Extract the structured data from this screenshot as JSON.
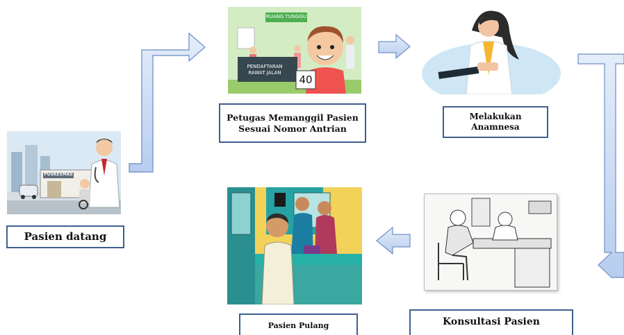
{
  "steps": {
    "pasien_datang": {
      "label": "Pasien datang",
      "sign": "PUSKESMAS"
    },
    "petugas_memanggil": {
      "label": "Petugas Memanggil Pasien Sesuai Nomor Antrian",
      "room_sign": "RUANG TUNGGU",
      "desk_sign": "PENDAFTARAN RAWAT JALAN",
      "queue_number": "40"
    },
    "anamnesa": {
      "label": "Melakukan Anamnesa"
    },
    "konsultasi": {
      "label": "Konsultasi Pasien"
    },
    "pulang": {
      "label": "Pasien Pulang"
    }
  },
  "colors": {
    "arrow_fill": "#c9d9f2",
    "arrow_stroke": "#6f8fc4",
    "label_border": "#3e5f8f"
  }
}
